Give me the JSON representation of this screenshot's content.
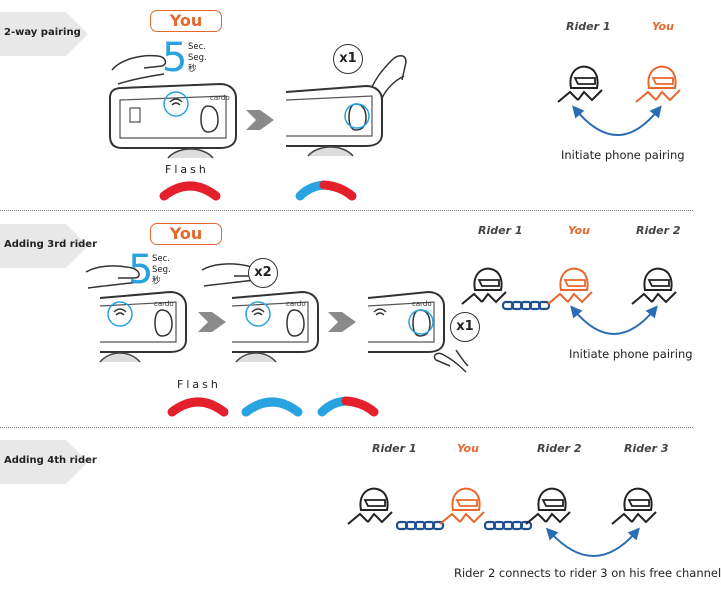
{
  "sections": [
    {
      "label": "2-way pairing"
    },
    {
      "label": "Adding 3rd rider"
    },
    {
      "label": "Adding 4th rider"
    }
  ],
  "you_label": "You",
  "countdown": {
    "number": "5",
    "units": [
      "Sec.",
      "Seg.",
      "秒"
    ]
  },
  "flash_label": "Flash",
  "press_counts": {
    "once": "x1",
    "twice": "x2"
  },
  "device_brand": "cardo",
  "riders": {
    "rider1": "Rider 1",
    "you": "You",
    "rider2": "Rider 2",
    "rider3": "Rider 3"
  },
  "captions": {
    "initiate": "Initiate phone pairing",
    "rider2_connects": "Rider 2 connects to rider 3 on his free channel"
  },
  "colors": {
    "you_orange": "#e8672d",
    "flash_red": "#e3202b",
    "flash_blue": "#29a3e0",
    "chain_blue": "#1e4f8f",
    "arrow_blue": "#2a6db3"
  }
}
